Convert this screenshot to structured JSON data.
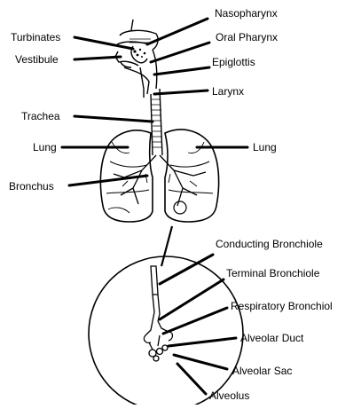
{
  "labels": {
    "turbinates": "Turbinates",
    "vestibule": "Vestibule",
    "trachea": "Trachea",
    "lung_left": "Lung",
    "bronchus": "Bronchus",
    "nasopharynx": "Nasopharynx",
    "oral_pharynx": "Oral Pharynx",
    "epiglottis": "Epiglottis",
    "larynx": "Larynx",
    "lung_right": "Lung",
    "conducting_bronchiole": "Conducting Bronchiole",
    "terminal_bronchiole": "Terminal Bronchiole",
    "respiratory_bronchiol": "Respiratory Bronchiol",
    "alveolar_duct": "Alveolar Duct",
    "alveolar_sac": "Alveolar Sac",
    "alveolus": "Alveolus"
  },
  "colors": {
    "ink": "#000000",
    "background": "#ffffff"
  }
}
